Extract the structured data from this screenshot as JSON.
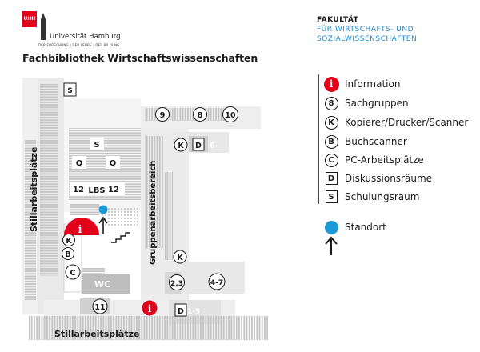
{
  "header": {
    "logo_text": "UHH",
    "university": "Universität Hamburg",
    "university_tagline": "DER FORSCHUNG | DER LEHRE | DER BILDUNG",
    "faculty_title": "FAKULTÄT",
    "faculty_line1": "FÜR WIRTSCHAFTS- UND",
    "faculty_line2": "SOZIALWISSENSCHAFTEN"
  },
  "title": "Fachbibliothek Wirtschaftswissenschaften",
  "legend": [
    {
      "symbol": "i",
      "kind": "info",
      "label": "Information"
    },
    {
      "symbol": "8",
      "kind": "circle",
      "label": "Sachgruppen"
    },
    {
      "symbol": "K",
      "kind": "circle",
      "label": "Kopierer/Drucker/Scanner"
    },
    {
      "symbol": "B",
      "kind": "circle",
      "label": "Buchscanner"
    },
    {
      "symbol": "C",
      "kind": "circle",
      "label": "PC-Arbeitsplätze"
    },
    {
      "symbol": "D",
      "kind": "square",
      "label": "Diskussionsräume"
    },
    {
      "symbol": "S",
      "kind": "square",
      "label": "Schulungsraum"
    }
  ],
  "standort": {
    "label": "Standort"
  },
  "map": {
    "area_left": "Stillarbeitsplätze",
    "area_bottom": "Stillarbeitsplätze",
    "area_middle": "Gruppenarbeitsbereich",
    "labels": {
      "s_top": "S",
      "s_shelves": "S",
      "q_left": "Q",
      "q_right": "Q",
      "twelve_left": "12",
      "lbs": "LBS",
      "twelve_right": "12",
      "nine": "9",
      "eight": "8",
      "ten": "10",
      "six": "6",
      "k_upper_right": "K",
      "d_upper_right": "D",
      "k_left": "K",
      "b_left": "B",
      "c_left": "C",
      "wc": "WC",
      "k_middle": "K",
      "two_three": "2,3",
      "four_seven": "4-7",
      "eleven": "11",
      "d_bottom": "D",
      "one_five": "1-5",
      "info_main": "i",
      "info_bottom": "i"
    }
  }
}
